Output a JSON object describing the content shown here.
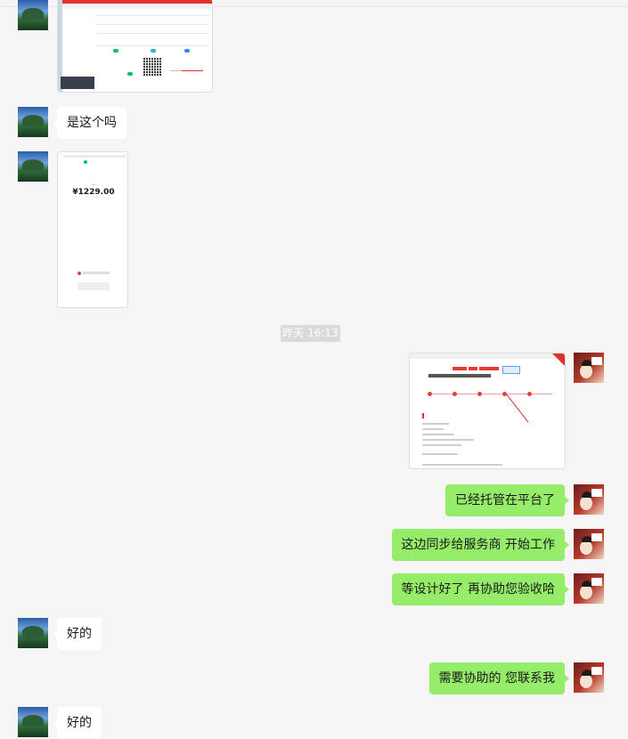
{
  "divider": {
    "time": "昨天 16:13"
  },
  "messages": {
    "m1": "是这个吗",
    "m2": "已经托管在平台了",
    "m3": "这边同步给服务商 开始工作",
    "m4": "等设计好了 再协助您验收哈",
    "m5": "好的",
    "m6": "需要协助的 您联系我",
    "m7": "好的"
  },
  "payment_screenshot": {
    "amount": "¥1229.00"
  },
  "colors": {
    "self_bubble": "#95ec69",
    "other_bubble": "#ffffff",
    "background": "#f5f5f5",
    "accent_red": "#e0312a"
  }
}
